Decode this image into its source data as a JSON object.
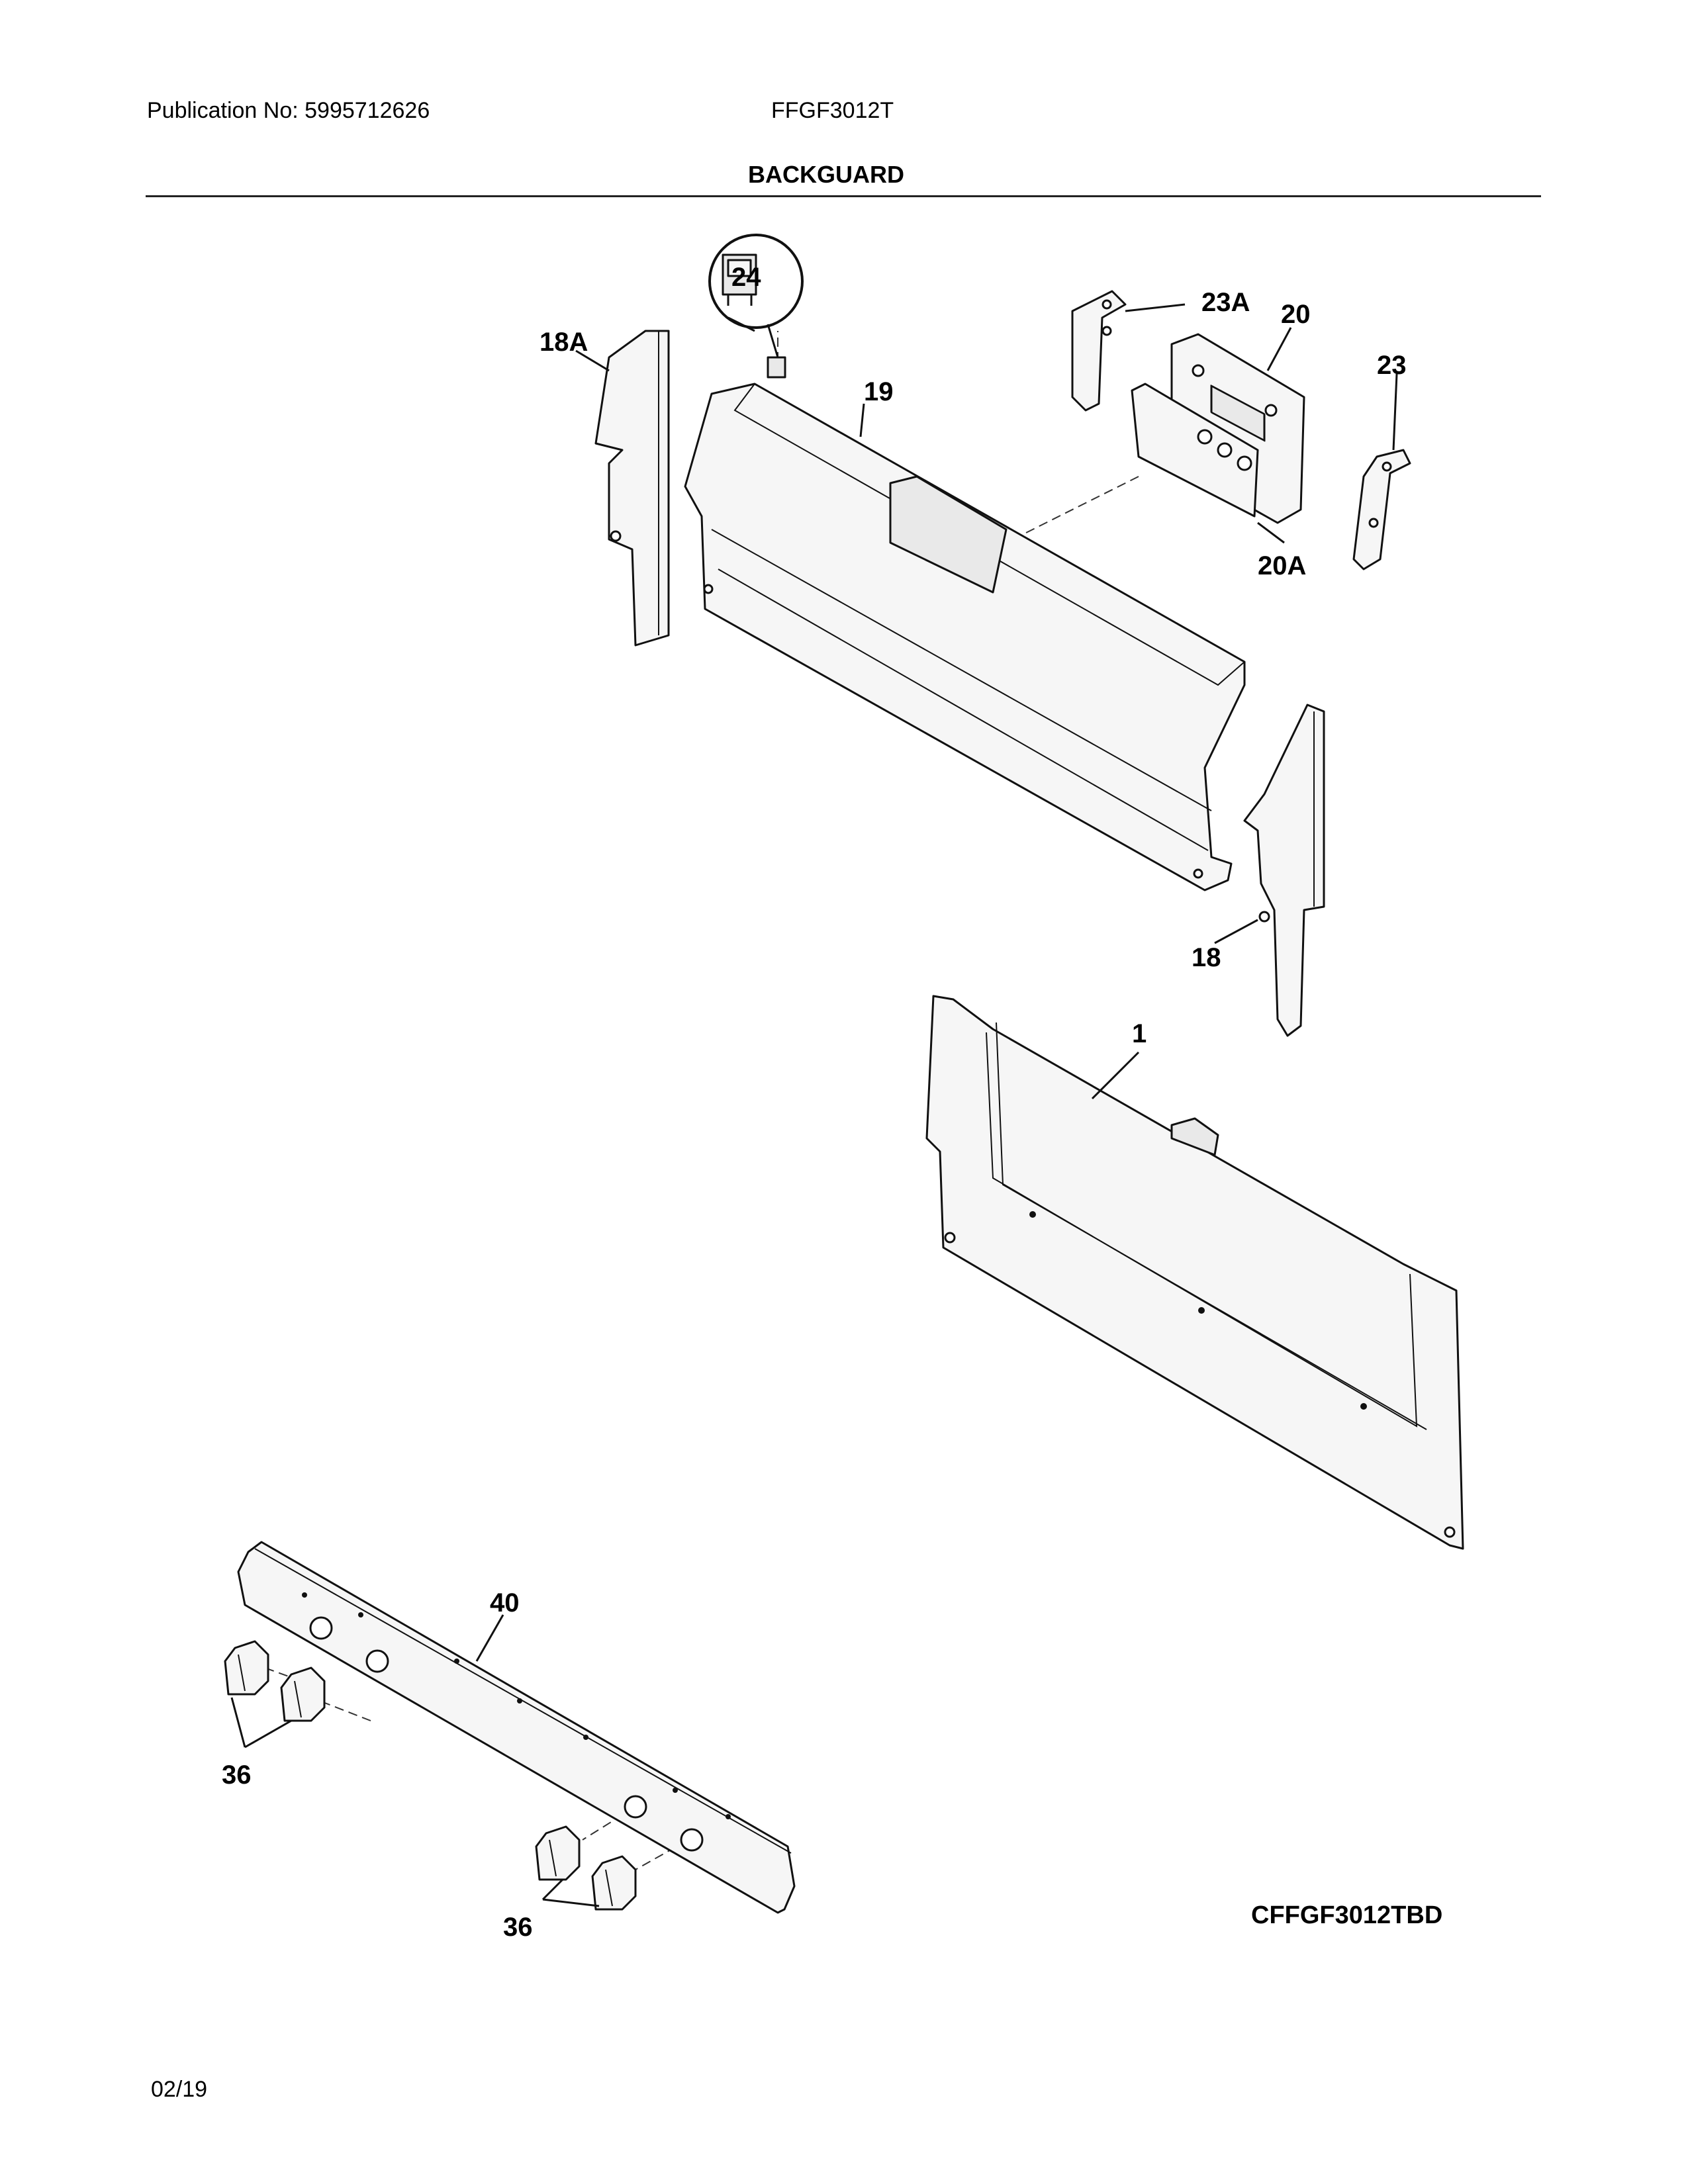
{
  "header": {
    "publication": "Publication No: 5995712626",
    "model": "FFGF3012T",
    "section_title": "BACKGUARD"
  },
  "callouts": [
    {
      "id": "c-24",
      "label": "24"
    },
    {
      "id": "c-18a",
      "label": "18A"
    },
    {
      "id": "c-19",
      "label": "19"
    },
    {
      "id": "c-23a",
      "label": "23A"
    },
    {
      "id": "c-20",
      "label": "20"
    },
    {
      "id": "c-23",
      "label": "23"
    },
    {
      "id": "c-20a",
      "label": "20A"
    },
    {
      "id": "c-18",
      "label": "18"
    },
    {
      "id": "c-1",
      "label": "1"
    },
    {
      "id": "c-40",
      "label": "40"
    },
    {
      "id": "c-36a",
      "label": "36"
    },
    {
      "id": "c-36b",
      "label": "36"
    }
  ],
  "footer": {
    "diagram_code": "CFFGF3012TBD",
    "date": "02/19"
  }
}
